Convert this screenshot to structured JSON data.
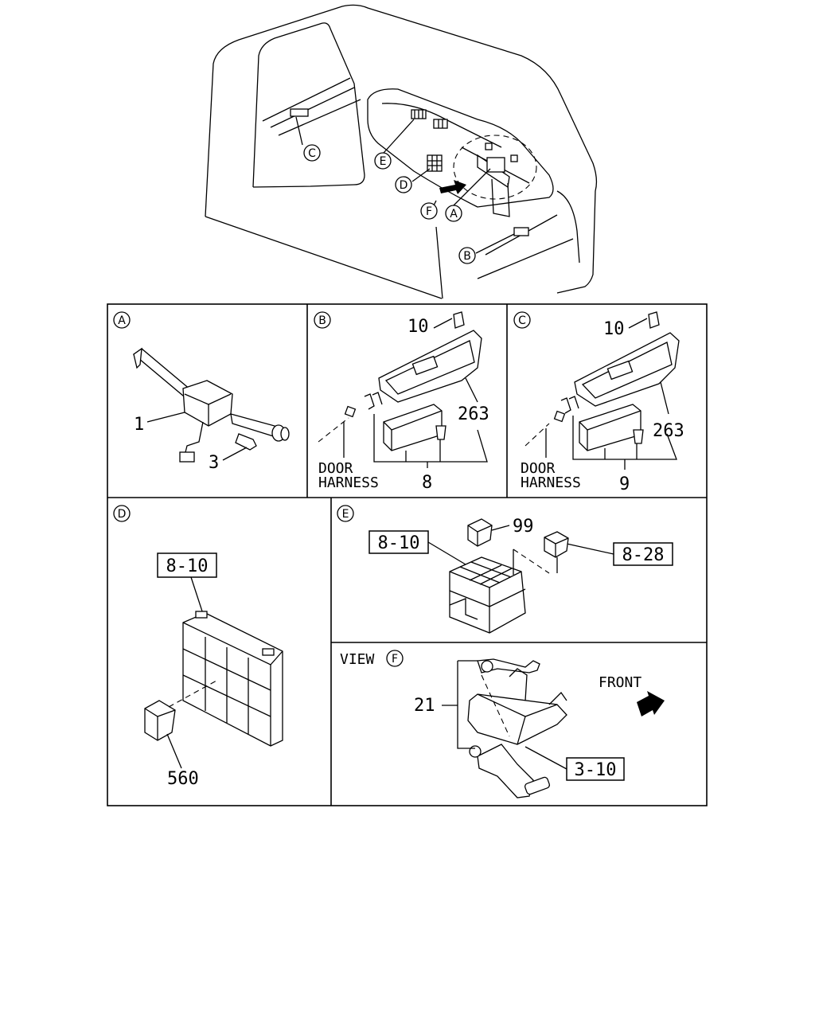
{
  "overview": {
    "callouts": {
      "a": "A",
      "b": "B",
      "c": "C",
      "d": "D",
      "e": "E",
      "f": "F"
    }
  },
  "panel_a": {
    "tag": "A",
    "parts": {
      "switch": "1",
      "screw": "3"
    }
  },
  "panel_b": {
    "tag": "B",
    "parts": {
      "clip": "10",
      "switch_assy": "263",
      "harness_group": "8"
    },
    "door_harness_lines": [
      "DOOR",
      "HARNESS"
    ]
  },
  "panel_c": {
    "tag": "C",
    "parts": {
      "clip": "10",
      "switch_assy": "263",
      "harness_group": "9"
    },
    "door_harness_lines": [
      "DOOR",
      "HARNESS"
    ]
  },
  "panel_d": {
    "tag": "D",
    "ref_box": "8-10",
    "parts": {
      "relay": "560"
    }
  },
  "panel_e": {
    "tag": "E",
    "ref_box_left": "8-10",
    "ref_box_right": "8-28",
    "parts": {
      "relay": "99"
    }
  },
  "panel_f": {
    "view_text": "VIEW",
    "tag": "F",
    "front_text": "FRONT",
    "ref_box": "3-10",
    "parts": {
      "switch": "21"
    }
  }
}
